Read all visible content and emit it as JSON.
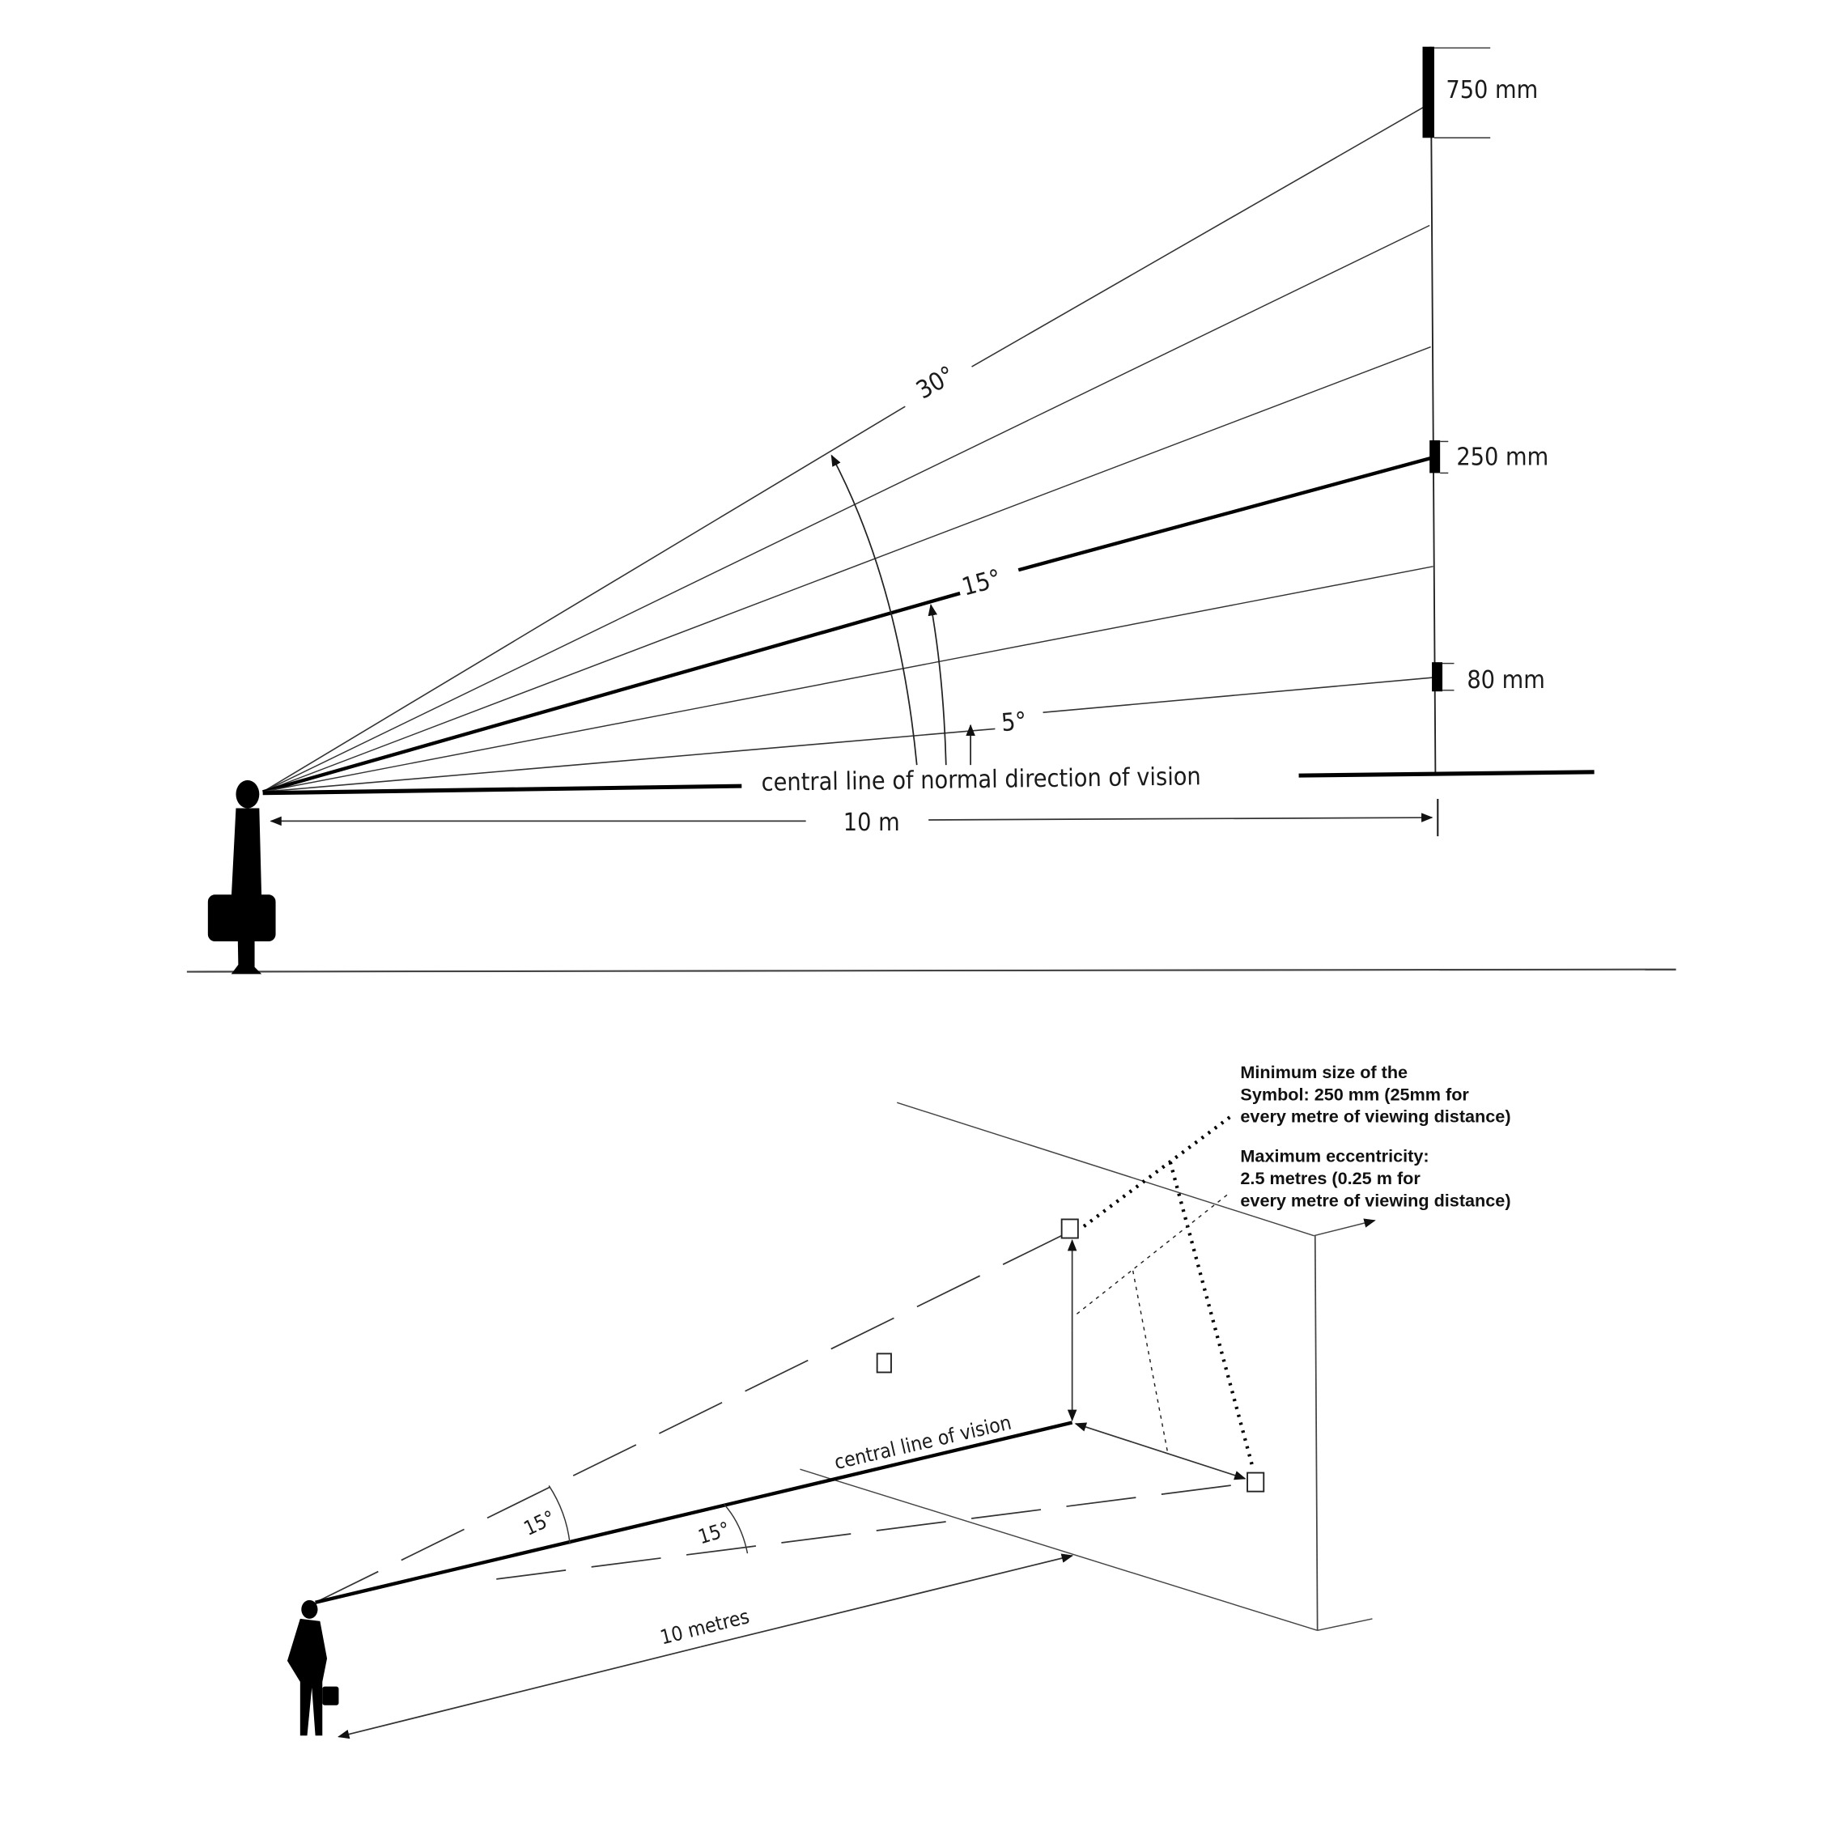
{
  "side_view": {
    "sizes": {
      "large": "750 mm",
      "medium": "250 mm",
      "small": "80 mm"
    },
    "angles": {
      "wide": "30°",
      "medium": "15°",
      "narrow": "5°"
    },
    "central_line_label": "central line of normal direction of vision",
    "distance_label": "10 m"
  },
  "perspective_view": {
    "central_line_label": "central line of vision",
    "angle_upper": "15°",
    "angle_lower": "15°",
    "distance_label": "10 metres",
    "note_symbol": [
      "Minimum size of the",
      "Symbol: 250 mm (25mm for",
      "every metre of viewing distance)"
    ],
    "note_eccentricity": [
      "Maximum eccentricity:",
      "2.5 metres (0.25 m for",
      "every metre of viewing distance)"
    ]
  }
}
